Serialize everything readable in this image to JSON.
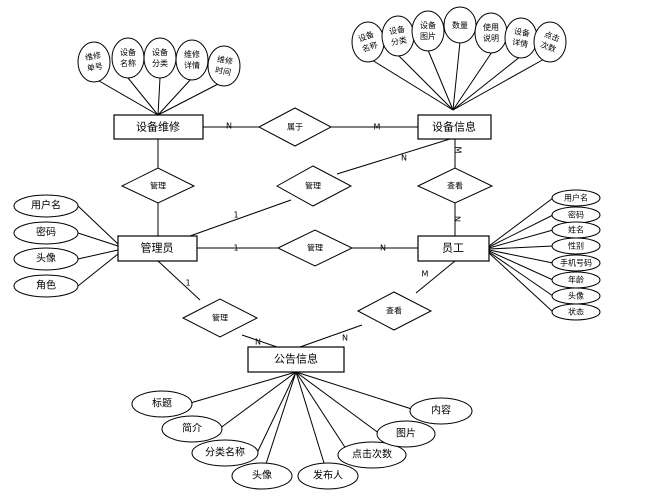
{
  "entities": {
    "equipment_repair": "设备维修",
    "equipment_info": "设备信息",
    "admin": "管理员",
    "employee": "员工",
    "notice": "公告信息"
  },
  "relationships": {
    "belongs_to": "属于",
    "manage_repair": "管理",
    "manage_info": "管理",
    "manage_employee": "管理",
    "view_info": "查看",
    "manage_notice": "管理",
    "view_notice": "查看"
  },
  "cardinalities": {
    "repair_belongs": "N",
    "info_belongs": "M",
    "admin_info": "1",
    "info_admin": "N",
    "info_view": "M",
    "employee_view": "N",
    "admin_employee": "1",
    "employee_admin": "N",
    "admin_notice": "1",
    "notice_admin": "N",
    "employee_notice": "M",
    "notice_employee": "N"
  },
  "attributes": {
    "repair": [
      [
        "维修",
        "单号"
      ],
      [
        "设备",
        "名称"
      ],
      [
        "设备",
        "分类"
      ],
      [
        "维修",
        "详情"
      ],
      [
        "维修",
        "时间"
      ]
    ],
    "info": [
      [
        "设备",
        "名称"
      ],
      [
        "设备",
        "分类"
      ],
      [
        "设备",
        "图片"
      ],
      [
        "数量"
      ],
      [
        "使用",
        "说明"
      ],
      [
        "设备",
        "详情"
      ],
      [
        "点击",
        "次数"
      ]
    ],
    "admin": [
      "用户名",
      "密码",
      "头像",
      "角色"
    ],
    "employee": [
      "用户名",
      "密码",
      "姓名",
      "性别",
      "手机号码",
      "年龄",
      "头像",
      "状态"
    ],
    "notice": [
      "标题",
      "简介",
      "分类名称",
      "头像",
      "发布人",
      "点击次数",
      "图片",
      "内容"
    ]
  }
}
